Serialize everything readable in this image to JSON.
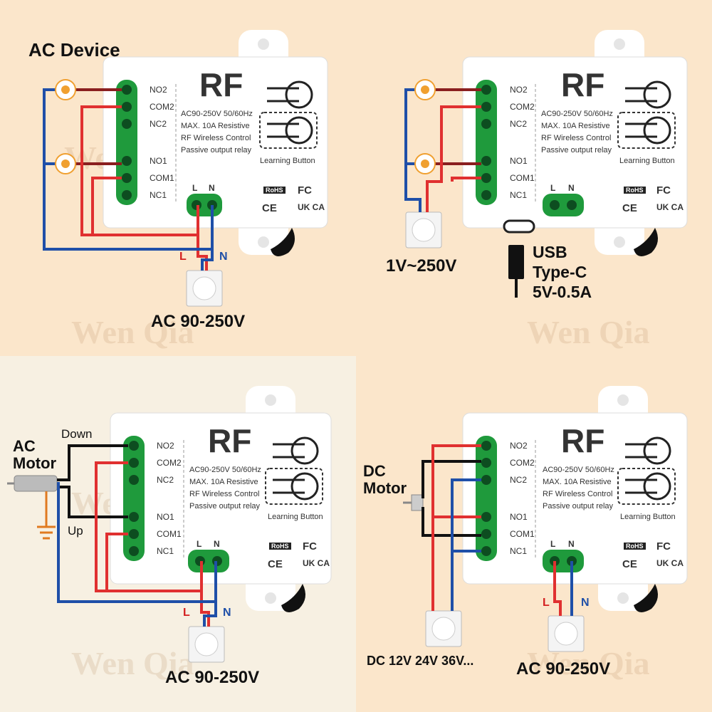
{
  "watermark": "Wen Qia",
  "module": {
    "brand": "RF",
    "specs": [
      "AC90-250V 50/60Hz",
      "MAX. 10A  Resistive",
      "RF Wireless Control",
      "Passive output relay"
    ],
    "terminals": [
      "NO2",
      "COM2",
      "NC2",
      "NO1",
      "COM1",
      "NC1"
    ],
    "learning_button": "Learning Button",
    "input_terminals": [
      "L",
      "N"
    ],
    "certifications": [
      "RoHS",
      "FC",
      "CE",
      "UK CA"
    ]
  },
  "panels": [
    {
      "title": "AC Device",
      "supply_label": "AC 90-250V",
      "wire_labels": [
        "L",
        "N"
      ]
    },
    {
      "supply_label": "1V~250V",
      "usb_label_1": "USB",
      "usb_label_2": "Type-C",
      "usb_label_3": "5V-0.5A"
    },
    {
      "title_1": "AC",
      "title_2": "Motor",
      "down_label": "Down",
      "up_label": "Up",
      "supply_label": "AC 90-250V",
      "wire_labels": [
        "L",
        "N"
      ]
    },
    {
      "title_1": "DC",
      "title_2": "Motor",
      "dc_supply_label": "DC 12V 24V 36V...",
      "supply_label": "AC 90-250V",
      "wire_labels": [
        "L",
        "N"
      ]
    }
  ]
}
